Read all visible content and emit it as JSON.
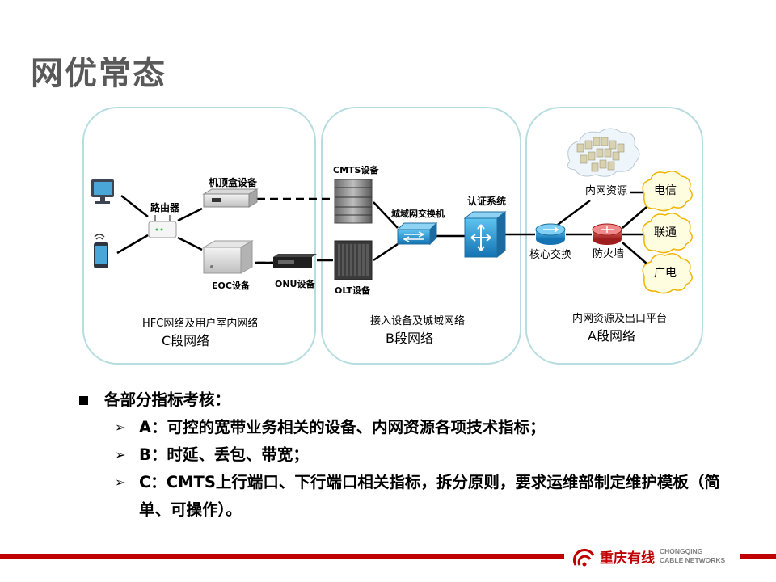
{
  "title": "网优常态",
  "diagram": {
    "zones": [
      {
        "id": "c",
        "caption": "HFC网络及用户室内网络",
        "segment": "C段网络"
      },
      {
        "id": "b",
        "caption": "接入设备及城域网络",
        "segment": "B段网络"
      },
      {
        "id": "a",
        "caption": "内网资源及出口平台",
        "segment": "A段网络"
      }
    ],
    "devices": {
      "router": "路由器",
      "settop": "机顶盒设备",
      "eoc": "EOC设备",
      "onu": "ONU设备",
      "cmts": "CMTS设备",
      "olt": "OLT设备",
      "metro_switch": "城域网交换机",
      "auth": "认证系统",
      "core": "核心交换",
      "firewall": "防火墙",
      "intranet": "内网资源"
    },
    "isps": [
      "电信",
      "联通",
      "广电"
    ],
    "colors": {
      "zone_border": "#b7dde0",
      "cloud_fill": "#fffde0",
      "cloud_stroke": "#f0b400",
      "switch_blue": "#1f9bd8",
      "firewall_red": "#c23b3b"
    }
  },
  "bullets": {
    "heading": "各部分指标考核：",
    "items": [
      "A：可控的宽带业务相关的设备、内网资源各项技术指标；",
      "B：时延、丢包、带宽；",
      "C：CMTS上行端口、下行端口相关指标，拆分原则，要求运维部制定维护模板（简单、可操作）。"
    ]
  },
  "footer": {
    "logo_cn": "重庆有线",
    "logo_en_line1": "CHONGQING",
    "logo_en_line2": "CABLE NETWORKS",
    "brand_red": "#c00000"
  }
}
